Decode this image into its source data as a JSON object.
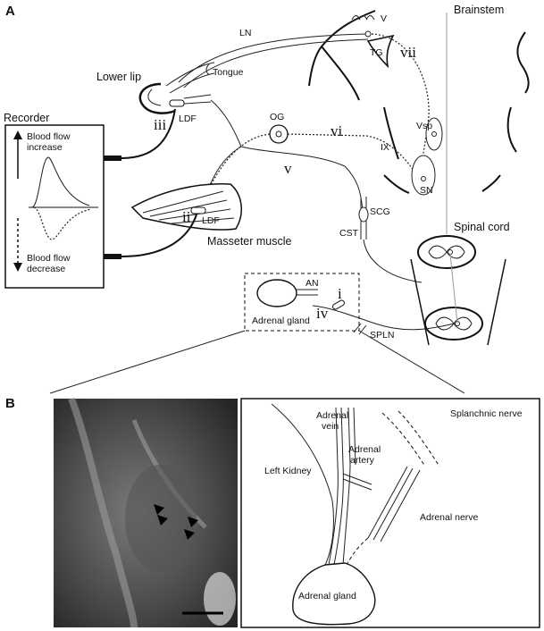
{
  "panels": {
    "a": "A",
    "b": "B"
  },
  "brainstem": "Brainstem",
  "spinal_cord": "Spinal cord",
  "recorder": {
    "title": "Recorder",
    "increase": "Blood flow increase",
    "increase_l1": "Blood flow",
    "increase_l2": "increase",
    "decrease_l1": "Blood flow",
    "decrease_l2": "decrease"
  },
  "labels": {
    "ln": "LN",
    "v_nerve": "V",
    "tg": "TG",
    "lower_lip": "Lower lip",
    "tongue": "Tongue",
    "ldf": "LDF",
    "og": "OG",
    "ix": "IX",
    "vsp": "Vsp",
    "sn": "SN",
    "scg": "SCG",
    "cst": "CST",
    "masseter": "Masseter muscle",
    "an": "AN",
    "adrenal_gland": "Adrenal gland",
    "spln": "SPLN"
  },
  "roman": {
    "i": "i",
    "ii": "ii",
    "iii": "iii",
    "iv": "iv",
    "v": "v",
    "vi": "vi",
    "vii": "vii"
  },
  "schematic": {
    "adrenal_vein_l1": "Adrenal",
    "adrenal_vein_l2": "vein",
    "adrenal_artery_l1": "Adrenal",
    "adrenal_artery_l2": "artery",
    "splanchnic": "Splanchnic nerve",
    "left_kidney": "Left Kidney",
    "adrenal_nerve": "Adrenal nerve",
    "adrenal_gland": "Adrenal gland"
  },
  "colors": {
    "line": "#111111",
    "photo_dark": "#2c2c2c",
    "photo_mid": "#6a6a6a"
  }
}
